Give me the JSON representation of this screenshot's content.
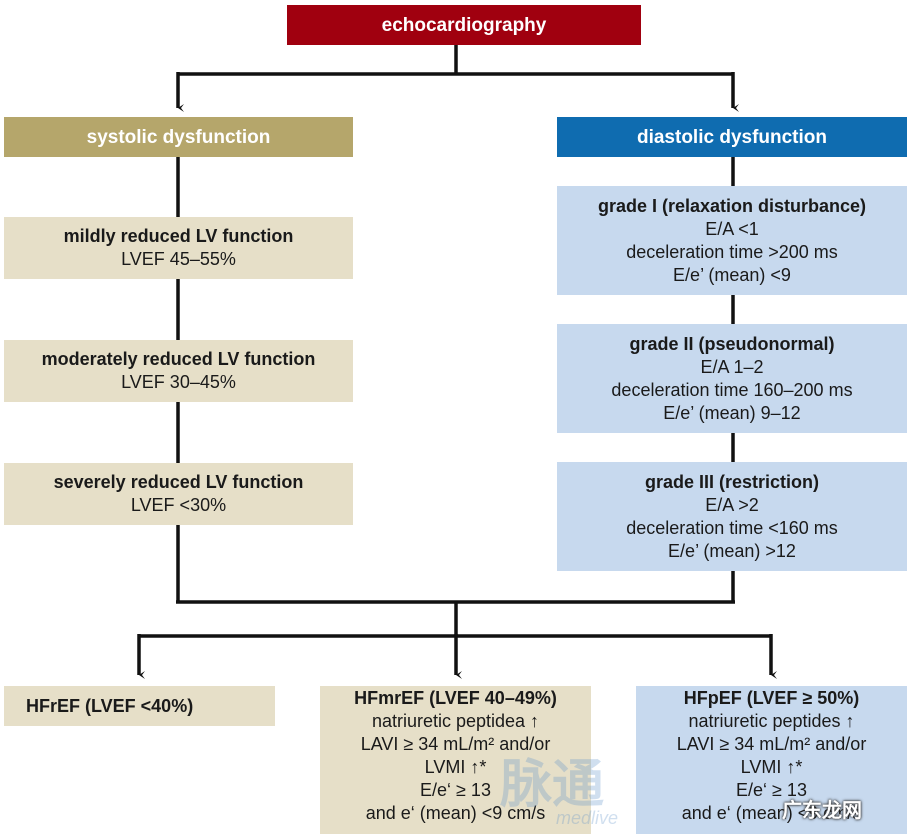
{
  "root": {
    "label": "echocardiography",
    "color": "#a0000f"
  },
  "systolic": {
    "header": "systolic dysfunction",
    "header_color": "#b5a66b",
    "boxes": [
      {
        "title": "mildly reduced LV function",
        "lines": [
          "LVEF 45–55%"
        ]
      },
      {
        "title": "moderately reduced LV function",
        "lines": [
          "LVEF 30–45%"
        ]
      },
      {
        "title": "severely reduced LV function",
        "lines": [
          "LVEF <30%"
        ]
      }
    ]
  },
  "diastolic": {
    "header": "diastolic dysfunction",
    "header_color": "#0f6cb0",
    "boxes": [
      {
        "title": "grade I (relaxation disturbance)",
        "lines": [
          "E/A <1",
          "deceleration time >200 ms",
          "E/e’ (mean) <9"
        ]
      },
      {
        "title": "grade II (pseudonormal)",
        "lines": [
          "E/A 1–2",
          "deceleration time 160–200 ms",
          "E/e’ (mean) 9–12"
        ]
      },
      {
        "title": "grade III (restriction)",
        "lines": [
          "E/A >2",
          "deceleration time <160 ms",
          "E/e’ (mean) >12"
        ]
      }
    ]
  },
  "outcomes": [
    {
      "title": "HFrEF (LVEF <40%)",
      "lines": []
    },
    {
      "title": "HFmrEF (LVEF 40–49%)",
      "lines": [
        "natriuretic peptidea ↑",
        "LAVI ≥ 34 mL/m² and/or",
        "LVMI ↑*",
        "E/e‘ ≥ 13",
        "and e‘ (mean) <9 cm/s"
      ]
    },
    {
      "title": "HFpEF (LVEF ≥ 50%)",
      "lines": [
        "natriuretic peptides ↑",
        "LAVI ≥ 34 mL/m² and/or",
        "LVMI ↑*",
        "E/e‘ ≥ 13",
        "and e‘ (mean) <9 cm/s"
      ]
    }
  ],
  "watermark": {
    "brand": "脉通",
    "sub": "medlive",
    "corner": "广东龙网"
  },
  "colors": {
    "line": "#111111",
    "beige": "#e6dfc8",
    "blue": "#c7d9ee"
  }
}
